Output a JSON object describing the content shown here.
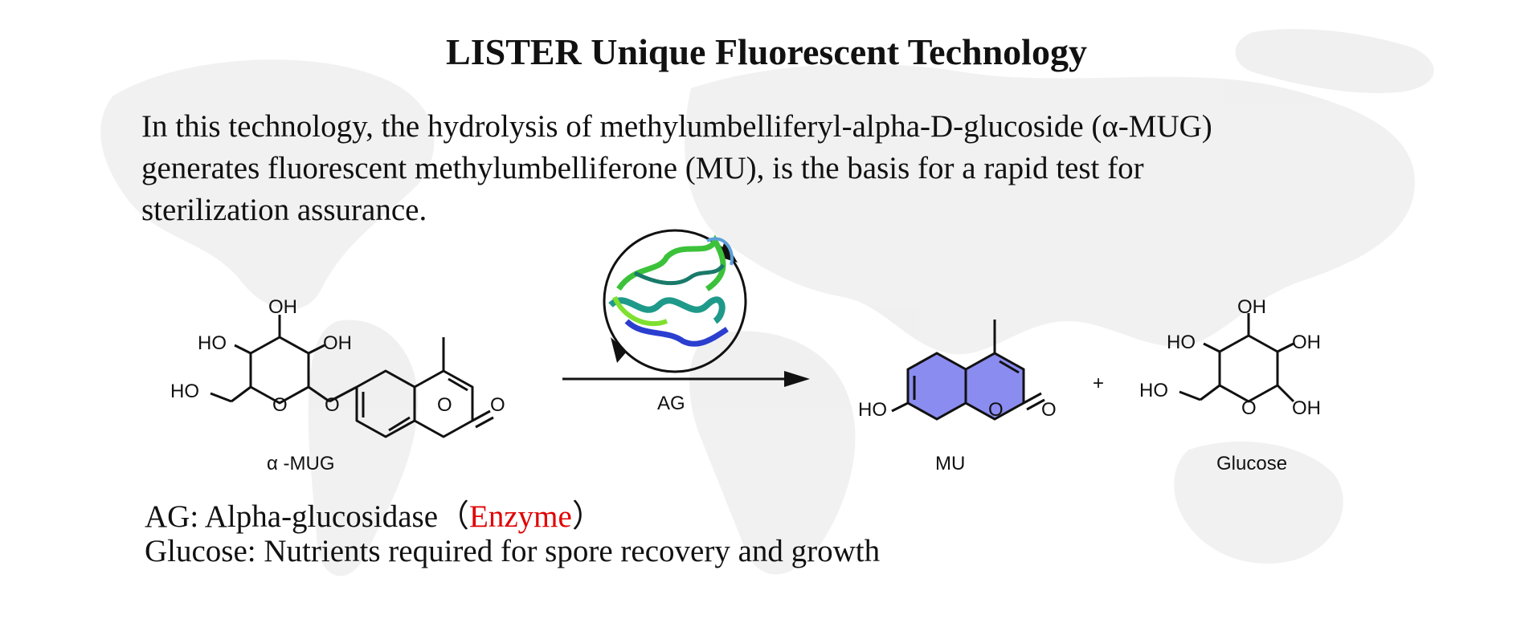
{
  "header": {
    "title": "LISTER Unique Fluorescent Technology"
  },
  "intro": {
    "line1": "In this technology, the hydrolysis of methylumbelliferyl-alpha-D-glucoside (α-MUG)",
    "line2": "generates fluorescent methylumbelliferone (MU), is the basis for a rapid test for",
    "line3": "sterilization assurance."
  },
  "reaction": {
    "substrate_label": "α -MUG",
    "enzyme_label": "AG",
    "product1_label": "MU",
    "plus": "+",
    "product2_label": "Glucose",
    "atoms": {
      "oh": "OH",
      "ho": "HO",
      "o": "O"
    }
  },
  "legend": {
    "ag_prefix": "AG: Alpha-glucosidase（",
    "ag_highlight": "Enzyme",
    "ag_suffix": "）",
    "glucose": "Glucose: Nutrients required for spore recovery and growth"
  },
  "colors": {
    "mu_ring_fill": "#8b8cf0",
    "highlight": "#e00000",
    "map_gray": "#efefef"
  },
  "icons": [
    "world-map-background",
    "enzyme-protein-ribbon-icon",
    "reaction-arrow",
    "cycle-arrow"
  ]
}
